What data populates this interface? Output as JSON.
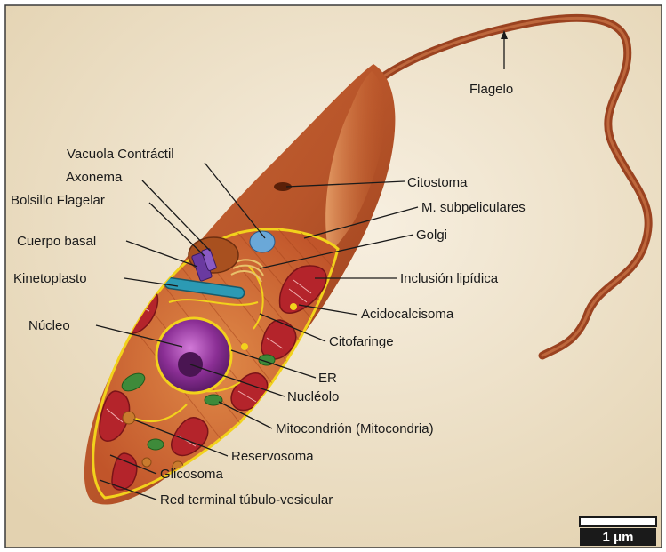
{
  "labels": {
    "flagelo": "Flagelo",
    "vacuola": "Vacuola Contráctil",
    "axonema": "Axonema",
    "bolsillo": "Bolsillo Flagelar",
    "cuerpo_basal": "Cuerpo basal",
    "kinetoplasto": "Kinetoplasto",
    "nucleo": "Núcleo",
    "citostoma": "Citostoma",
    "subpeliculares": "M. subpeliculares",
    "golgi": "Golgi",
    "inclusion": "Inclusión lipídica",
    "acidocalcisoma": "Acidocalcisoma",
    "citofaringe": "Citofaringe",
    "er": "ER",
    "nucleolo": "Nucléolo",
    "mitocondrion": "Mitocondrión (Mitocondria)",
    "reservosoma": "Reservosoma",
    "glicosoma": "Glicosoma",
    "red_terminal": "Red terminal túbulo-vesicular"
  },
  "scale_bar": {
    "label": "1 μm"
  },
  "colors": {
    "background": "#efe2c8",
    "frame": "#d9c7a3",
    "body_outer": "#b2522a",
    "body_highlight": "#d17a42",
    "cytoplasm": "#d26a2e",
    "membrane": "#f2d21c",
    "mitochondria": "#b4242b",
    "nucleus": "#7b2a8a",
    "nucleolus": "#4a1552",
    "glycosome": "#3e8a3a",
    "vacuole": "#6aa8d8",
    "kinetoplast": "#6a3aa0",
    "scale_bar": "#1a1a1a"
  }
}
